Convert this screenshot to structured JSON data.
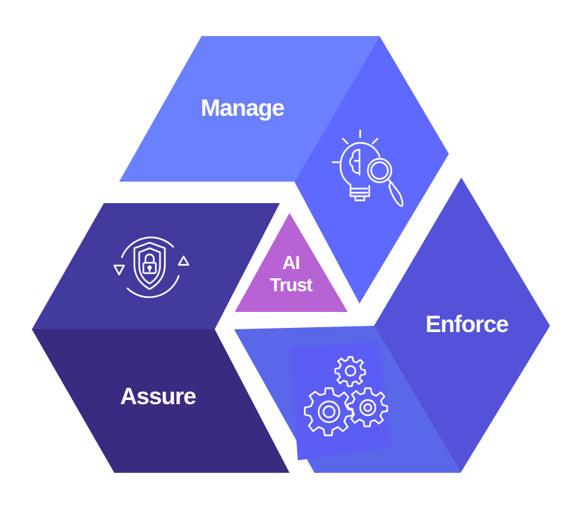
{
  "diagram": {
    "segments": [
      {
        "label": "Manage",
        "icon": "brain-bulb-search-icon",
        "colors": {
          "face": "#6b80ff",
          "side": "#5f69ff"
        }
      },
      {
        "label": "Enforce",
        "icon": "gears-icon",
        "colors": {
          "face": "#5352d8",
          "side": "#5a67e8"
        }
      },
      {
        "label": "Assure",
        "icon": "shield-lock-cycle-icon",
        "colors": {
          "face": "#433a9e",
          "side": "#3a2a80"
        }
      }
    ],
    "center": {
      "line1": "AI",
      "line2": "Trust",
      "color": "#b863d4"
    }
  }
}
